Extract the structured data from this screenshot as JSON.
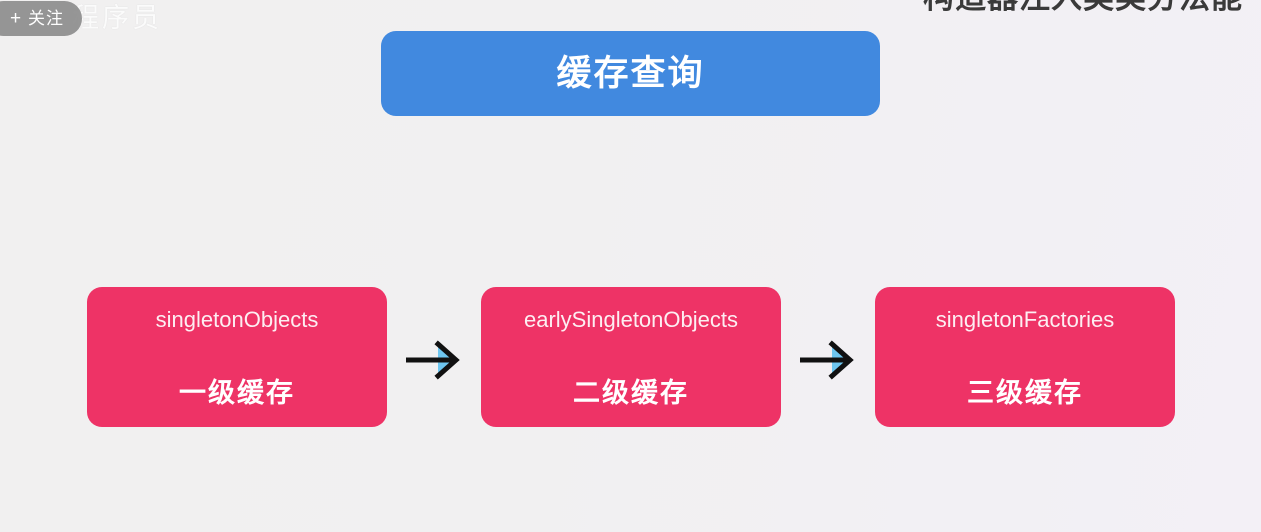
{
  "overlay": {
    "follow_button": {
      "plus_icon": "+",
      "label": "关注"
    },
    "channel_watermark": "程序员",
    "clipped_heading": "构造器注入类类分法能"
  },
  "diagram": {
    "title": "缓存查询",
    "colors": {
      "header": "#4189df",
      "box": "#ee3366",
      "arrow": "#111111",
      "arrow_accent": "#6ec6f0",
      "background": "#f1f0f2"
    },
    "nodes": [
      {
        "id": "singleton-objects",
        "name": "singletonObjects",
        "level": "一级缓存"
      },
      {
        "id": "early-singleton-objects",
        "name": "earlySingletonObjects",
        "level": "二级缓存"
      },
      {
        "id": "singleton-factories",
        "name": "singletonFactories",
        "level": "三级缓存"
      }
    ],
    "connectors": [
      {
        "id": "arrow-1",
        "icon": "arrow-right-icon",
        "from": "singleton-objects",
        "to": "early-singleton-objects"
      },
      {
        "id": "arrow-2",
        "icon": "arrow-right-icon",
        "from": "early-singleton-objects",
        "to": "singleton-factories"
      }
    ]
  }
}
